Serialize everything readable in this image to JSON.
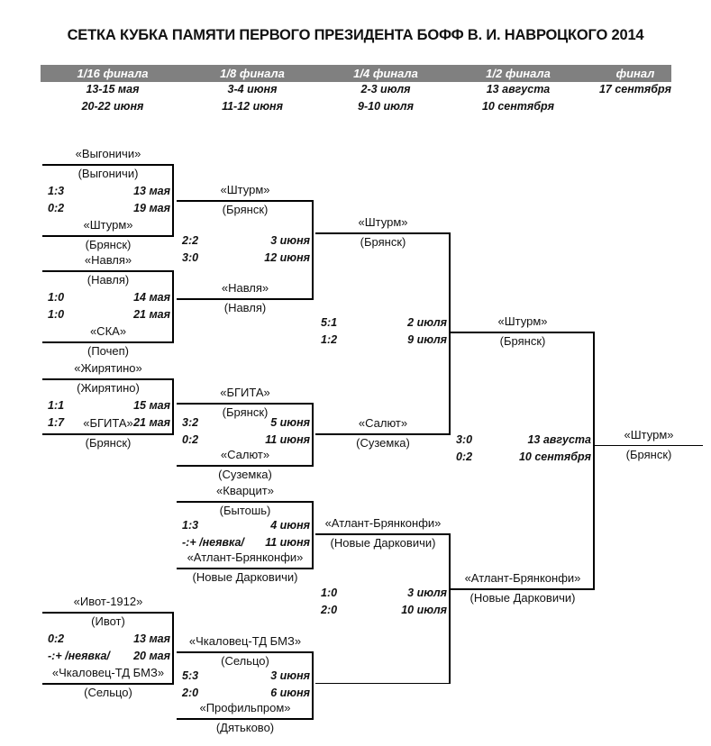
{
  "title": "СЕТКА КУБКА ПАМЯТИ ПЕРВОГО ПРЕЗИДЕНТА БОФФ В. И. НАВРОЦКОГО 2014",
  "colors": {
    "header_bar": "#808080",
    "header_text": "#ffffff",
    "line": "#000000",
    "text": "#111111"
  },
  "rounds": [
    {
      "label": "1/16 финала",
      "date1": "13-15 мая",
      "date2": "20-22 июня"
    },
    {
      "label": "1/8 финала",
      "date1": "3-4 июня",
      "date2": "11-12 июня"
    },
    {
      "label": "1/4 финала",
      "date1": "2-3 июля",
      "date2": "9-10 июля"
    },
    {
      "label": "1/2 финала",
      "date1": "13 августа",
      "date2": "10 сентября"
    },
    {
      "label": "финал",
      "date1": "17 сентября",
      "date2": ""
    }
  ],
  "round16": [
    {
      "top_team": "«Выгоничи»",
      "top_city": "(Выгоничи)",
      "bottom_team": "«Штурм»",
      "bottom_city": "(Брянск)",
      "leg1_score": "1:3",
      "leg1_date": "13 мая",
      "leg2_score": "0:2",
      "leg2_date": "19 мая"
    },
    {
      "top_team": "«Навля»",
      "top_city": "(Навля)",
      "bottom_team": "«СКА»",
      "bottom_city": "(Почеп)",
      "leg1_score": "1:0",
      "leg1_date": "14 мая",
      "leg2_score": "1:0",
      "leg2_date": "21 мая"
    },
    {
      "top_team": "«Жирятино»",
      "top_city": "(Жирятино)",
      "bottom_team": "«БГИТА»",
      "bottom_city": "(Брянск)",
      "leg1_score": "1:1",
      "leg1_date": "15 мая",
      "leg2_score": "1:7",
      "leg2_date": "21 мая"
    },
    {
      "top_team": "«Ивот-1912»",
      "top_city": "(Ивот)",
      "bottom_team": "«Чкаловец-ТД БМЗ»",
      "bottom_city": "(Сельцо)",
      "leg1_score": "0:2",
      "leg1_date": "13 мая",
      "leg2_score": "-:+ /неявка/",
      "leg2_date": "20 мая"
    }
  ],
  "round8": [
    {
      "top_team": "«Штурм»",
      "top_city": "(Брянск)",
      "bottom_team": "«Навля»",
      "bottom_city": "(Навля)",
      "leg1_score": "2:2",
      "leg1_date": "3 июня",
      "leg2_score": "3:0",
      "leg2_date": "12 июня"
    },
    {
      "top_team": "«БГИТА»",
      "top_city": "(Брянск)",
      "bottom_team": "«Салют»",
      "bottom_city": "(Суземка)",
      "leg1_score": "3:2",
      "leg1_date": "5 июня",
      "leg2_score": "0:2",
      "leg2_date": "11 июня"
    },
    {
      "top_team": "«Кварцит»",
      "top_city": "(Бытошь)",
      "bottom_team": "«Атлант-Брянконфи»",
      "bottom_city": "(Новые Дарковичи)",
      "leg1_score": "1:3",
      "leg1_date": "4 июня",
      "leg2_score": "-:+ /неявка/",
      "leg2_date": "11 июня"
    },
    {
      "top_team": "«Чкаловец-ТД БМЗ»",
      "top_city": "(Сельцо)",
      "bottom_team": "«Профильпром»",
      "bottom_city": "(Дятьково)",
      "leg1_score": "5:3",
      "leg1_date": "3 июня",
      "leg2_score": "2:0",
      "leg2_date": "6 июня"
    }
  ],
  "round4": [
    {
      "top_team": "«Штурм»",
      "top_city": "(Брянск)",
      "bottom_team": "«Салют»",
      "bottom_city": "(Суземка)",
      "leg1_score": "5:1",
      "leg1_date": "2 июля",
      "leg2_score": "1:2",
      "leg2_date": "9 июля"
    },
    {
      "top_team": "«Атлант-Брянконфи»",
      "top_city": "(Новые Дарковичи)",
      "bottom_team": "",
      "bottom_city": "",
      "leg1_score": "1:0",
      "leg1_date": "3 июля",
      "leg2_score": "2:0",
      "leg2_date": "10 июля"
    }
  ],
  "semifinal": {
    "top_team": "«Штурм»",
    "top_city": "(Брянск)",
    "bottom_team": "«Атлант-Брянконфи»",
    "bottom_city": "(Новые Дарковичи)",
    "leg1_score": "3:0",
    "leg1_date": "13 августа",
    "leg2_score": "0:2",
    "leg2_date": "10 сентября"
  },
  "winner": {
    "team": "«Штурм»",
    "city": "(Брянск)"
  }
}
